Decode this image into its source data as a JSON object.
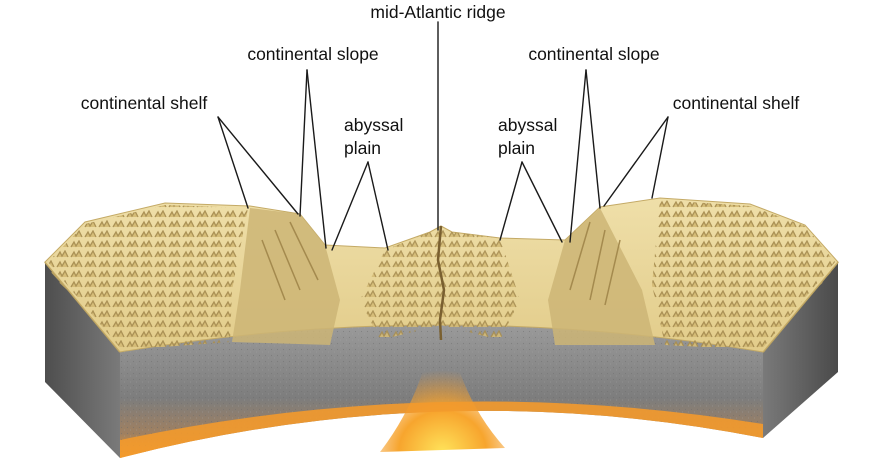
{
  "labels": {
    "ridge": "mid-Atlantic ridge",
    "slope_left": "continental slope",
    "slope_right": "continental slope",
    "shelf_left": "continental shelf",
    "shelf_right": "continental shelf",
    "plain_left_line1": "abyssal",
    "plain_left_line2": "plain",
    "plain_right_line1": "abyssal",
    "plain_right_line2": "plain"
  },
  "colors": {
    "sediment": "#e8d59c",
    "sediment_dark": "#b8a060",
    "rock_gray": "#8e8e8e",
    "rock_dark": "#5a5a5a",
    "mantle_orange": "#f39a2c",
    "magma_yellow": "#ffd84a",
    "leader_line": "#1a1a1a"
  }
}
